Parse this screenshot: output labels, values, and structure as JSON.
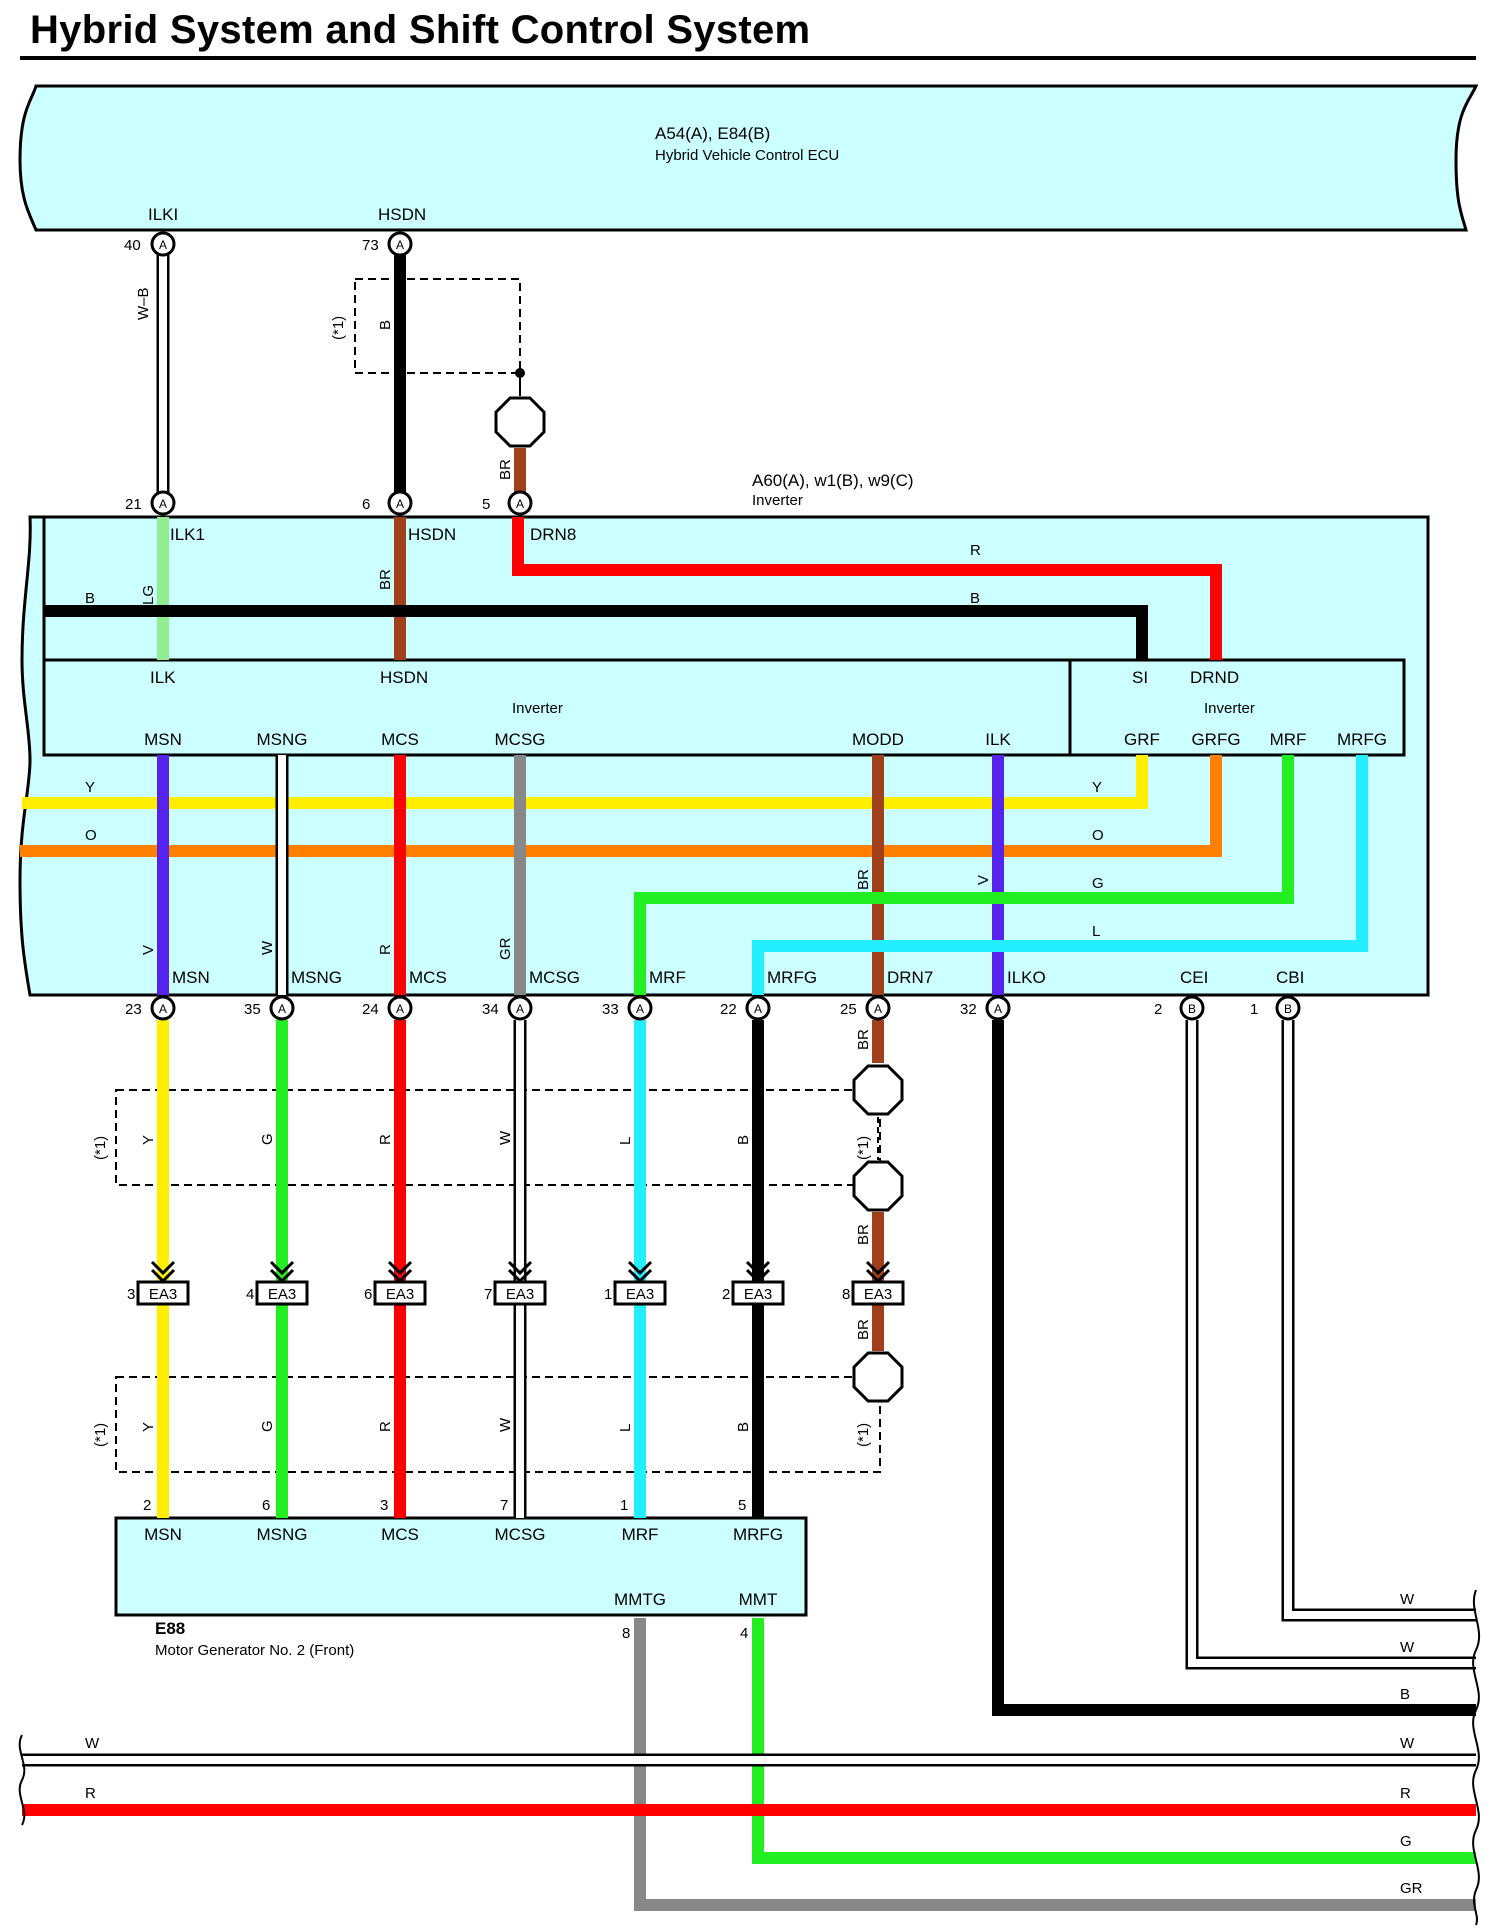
{
  "title": "Hybrid System and Shift Control System",
  "components": {
    "ecu": {
      "code": "A54(A), E84(B)",
      "name": "Hybrid Vehicle Control ECU",
      "terminals": [
        "ILKI",
        "HSDN"
      ],
      "pins": [
        "40",
        "73"
      ],
      "connector": "A"
    },
    "inverter": {
      "code": "A60(A), w1(B), w9(C)",
      "name": "Inverter",
      "top_terminals": [
        "ILK1",
        "HSDN",
        "DRN8"
      ],
      "top_pins": [
        "21",
        "6",
        "5"
      ],
      "inner_left": {
        "name": "Inverter",
        "top": [
          "ILK",
          "HSDN"
        ],
        "bottom": [
          "MSN",
          "MSNG",
          "MCS",
          "MCSG",
          "MODD",
          "ILK"
        ]
      },
      "inner_right": {
        "name": "Inverter",
        "top": [
          "SI",
          "DRND"
        ],
        "bottom": [
          "GRF",
          "GRFG",
          "MRF",
          "MRFG"
        ]
      },
      "bottom_terminals": [
        "MSN",
        "MSNG",
        "MCS",
        "MCSG",
        "MRF",
        "MRFG",
        "DRN7",
        "ILKO",
        "CEI",
        "CBI"
      ],
      "bottom_pins": [
        "23",
        "35",
        "24",
        "34",
        "33",
        "22",
        "25",
        "32",
        "2",
        "1"
      ],
      "bottom_conn": [
        "A",
        "A",
        "A",
        "A",
        "A",
        "A",
        "A",
        "A",
        "B",
        "B"
      ]
    },
    "motor": {
      "code": "E88",
      "name": "Motor Generator No. 2 (Front)",
      "top": [
        "MSN",
        "MSNG",
        "MCS",
        "MCSG",
        "MRF",
        "MRFG"
      ],
      "top_pins": [
        "2",
        "6",
        "3",
        "7",
        "1",
        "5"
      ],
      "bottom": [
        "MMTG",
        "MMT"
      ],
      "bottom_pins": [
        "8",
        "4"
      ]
    },
    "junction": {
      "name": "EA3",
      "pins": [
        "3",
        "4",
        "6",
        "7",
        "1",
        "2",
        "8"
      ]
    }
  },
  "wire_labels": {
    "ilk_top": "W–B",
    "hsdn_top": "B",
    "drn_top": "BR",
    "shield": "(*1)",
    "inner_r": "R",
    "inner_b_left": "B",
    "inner_b_right": "B",
    "lg": "LG",
    "br": "BR",
    "y": "Y",
    "o": "O",
    "g": "G",
    "l": "L",
    "v": "V",
    "w": "W",
    "r": "R",
    "gr": "GR",
    "b": "B",
    "right_bus": [
      "W",
      "W",
      "B",
      "W",
      "R",
      "G",
      "GR"
    ],
    "left_bus": [
      "W",
      "R"
    ]
  },
  "colors": {
    "panel": "#ccffff",
    "black": "#000000",
    "red": "#ff0000",
    "yellow": "#ffee00",
    "orange": "#ff8000",
    "green": "#22ee22",
    "cyan": "#22eeff",
    "violet": "#5522ee",
    "brown": "#a0401a",
    "gray": "#888888",
    "lightgreen": "#90ee90"
  }
}
